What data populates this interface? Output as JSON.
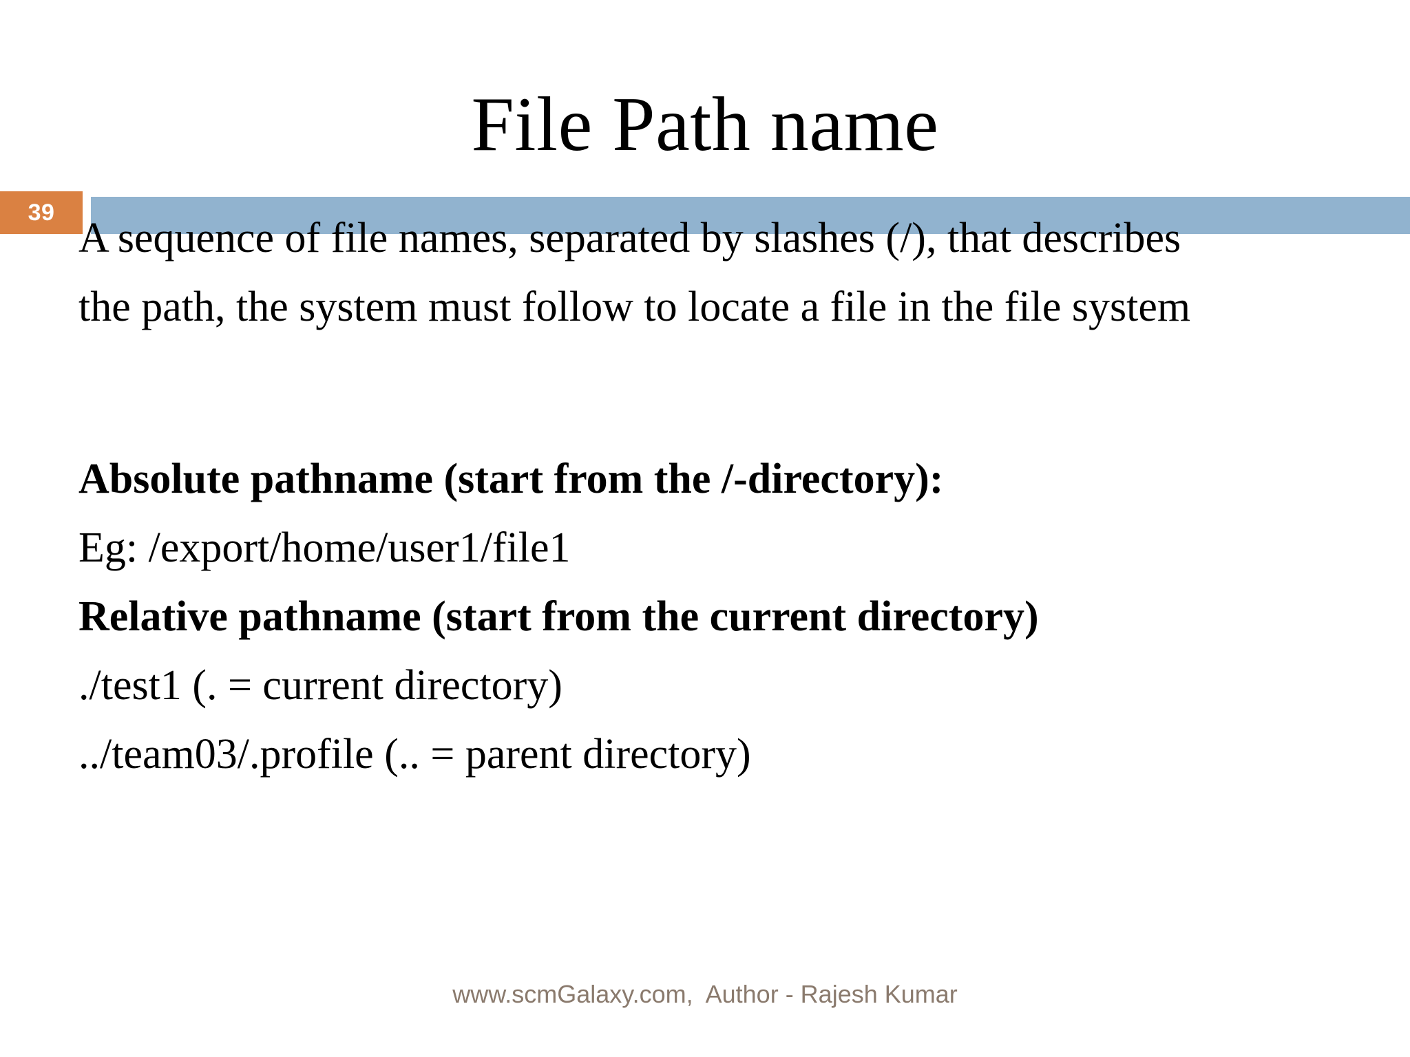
{
  "slide": {
    "title": "File Path name",
    "slide_number": "39",
    "colors": {
      "accent_orange": "#da8142",
      "accent_blue": "#91b3cf",
      "footer_text": "#8a7a6d",
      "body_text": "#000000",
      "background": "#ffffff"
    }
  },
  "body": {
    "intro_paragraph": "A sequence of file names, separated by slashes (/), that describes the path, the system must follow to locate a file in the file system",
    "absolute_heading": "Absolute pathname (start from the /-directory):",
    "absolute_example": "Eg: /export/home/user1/file1",
    "relative_heading": "Relative pathname (start from the current directory)",
    "relative_example_1": "./test1 (. = current directory)",
    "relative_example_2": "../team03/.profile (.. = parent directory)"
  },
  "footer": {
    "text": "www.scmGalaxy.com,  Author - Rajesh Kumar"
  }
}
